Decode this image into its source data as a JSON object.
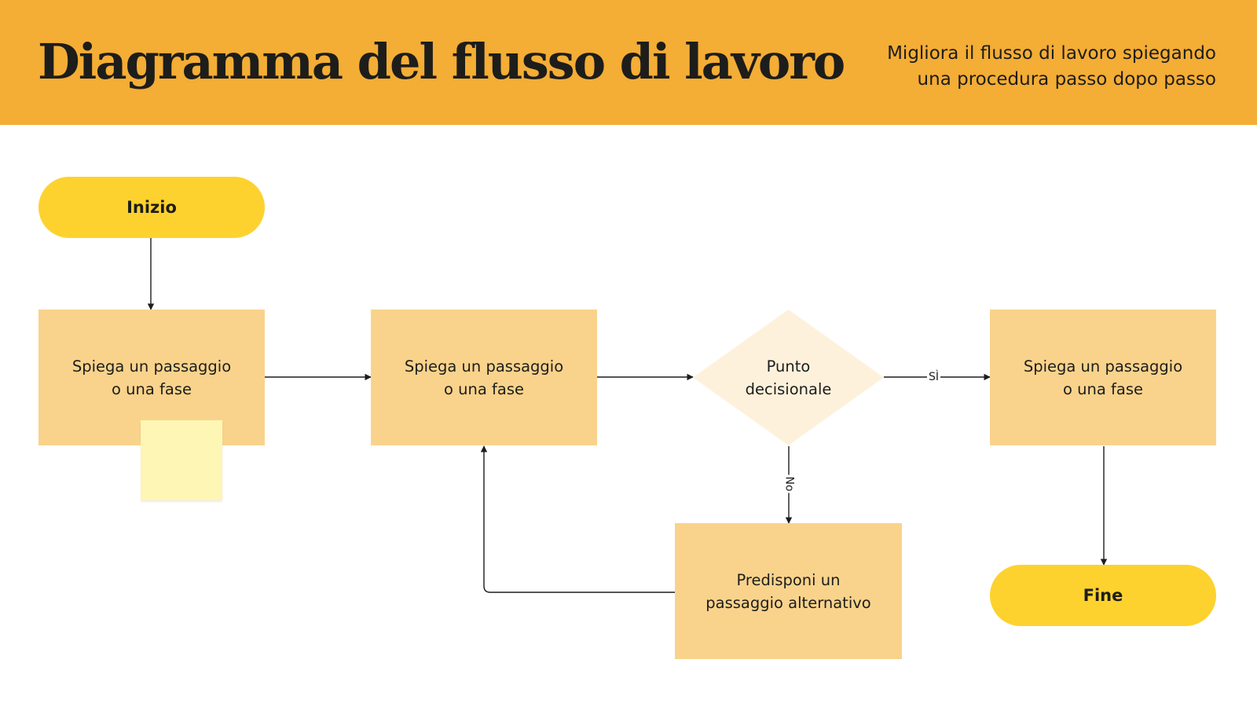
{
  "header": {
    "title": "Diagramma del flusso di lavoro",
    "subtitle": "Migliora il flusso di lavoro spiegando\nuna procedura passo dopo passo",
    "background_color": "#f4ad35"
  },
  "nodes": {
    "start": {
      "label": "Inizio"
    },
    "step_1": {
      "label": "Spiega un passaggio\no una fase"
    },
    "step_2": {
      "label": "Spiega un passaggio\no una fase"
    },
    "decision": {
      "label": "Punto\ndecisionale"
    },
    "step_yes": {
      "label": "Spiega un passaggio\no una fase"
    },
    "alternative": {
      "label": "Predisponi un\npassaggio alternativo"
    },
    "end": {
      "label": "Fine"
    }
  },
  "edges": {
    "yes_label": "SÌ",
    "no_label": "No"
  },
  "colors": {
    "terminal": "#fdd22e",
    "process": "#f9d38c",
    "decision": "#fef1dc",
    "sticky_note": "#fdf6b4",
    "connector": "#1d1d1b"
  }
}
